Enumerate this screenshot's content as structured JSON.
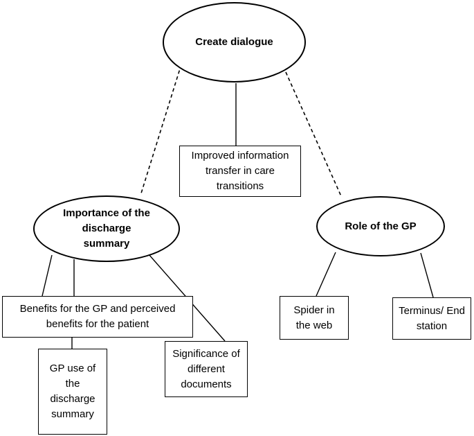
{
  "nodes": {
    "create_dialogue": "Create dialogue",
    "improved_info": "Improved information transfer in care transitions",
    "importance": "Importance of the discharge summary",
    "role_gp": "Role of the GP",
    "benefits": "Benefits for the GP and perceived benefits for the patient",
    "gp_use": "GP use of the discharge summary",
    "significance": "Significance of different documents",
    "spider": "Spider in the web",
    "terminus": "Terminus/ End station"
  }
}
